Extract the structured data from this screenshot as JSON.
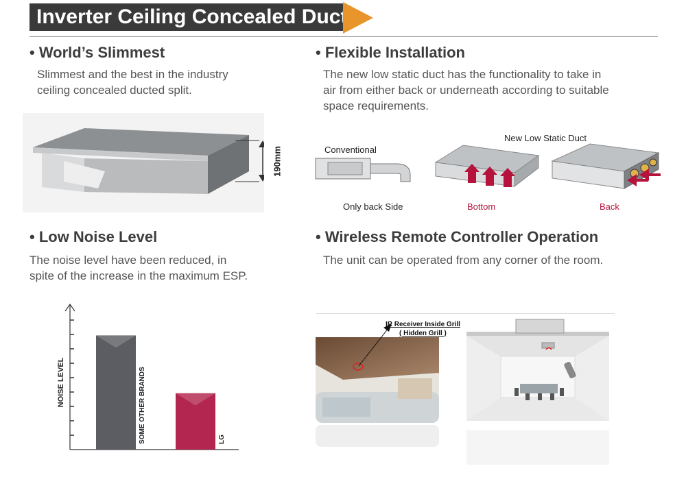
{
  "banner": {
    "title": "Inverter Ceiling Concealed Duct"
  },
  "sections": {
    "slimmest": {
      "heading": "• World’s Slimmest",
      "line1": "Slimmest and the best in the industry",
      "line2": "ceiling concealed ducted split.",
      "dimension": "190mm"
    },
    "flexible": {
      "heading": "• Flexible Installation",
      "line1": "The new low static duct has the functionality to take in",
      "line2": "air from either back or underneath according to suitable",
      "line3": "space requirements.",
      "conventional_label": "Conventional",
      "new_label": "New Low Static Duct",
      "caption_back_side": "Only back Side",
      "caption_bottom": "Bottom",
      "caption_back": "Back"
    },
    "noise": {
      "heading": "• Low Noise Level",
      "line1": "The noise level have been reduced, in",
      "line2": "spite of the increase in the maximum ESP."
    },
    "wireless": {
      "heading": "• Wireless Remote Controller Operation",
      "line1": "The unit can be operated from any corner of the room.",
      "ir_line1": "IR Receiver Inside Grill",
      "ir_line2": "( Hidden Grill )"
    }
  },
  "chart_data": {
    "type": "bar",
    "ylabel": "NOISE LEVEL",
    "categories": [
      "SOME OTHER BRANDS",
      "LG"
    ],
    "values": [
      8.5,
      4.2
    ],
    "ylim": [
      0,
      10
    ],
    "colors": [
      "#5b5d62",
      "#b3264f"
    ]
  },
  "colors": {
    "banner": "#3a3a3a",
    "accent": "#e8962b",
    "magenta": "#b5123c"
  }
}
